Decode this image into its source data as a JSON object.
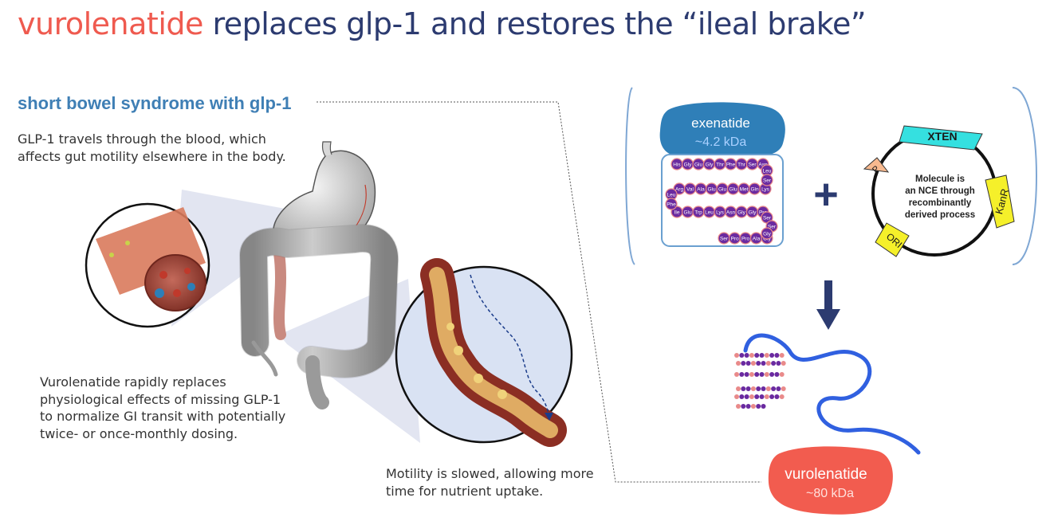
{
  "title": {
    "drug": "vurolenatide",
    "rest": " replaces glp-1 and restores the “ileal brake”"
  },
  "left_panel": {
    "heading": "short bowel syndrome with glp-1",
    "glp1_text": [
      "GLP-1 travels through the blood, which",
      "affects gut motility elsewhere in the body."
    ],
    "vurolenatide_text": [
      "Vurolenatide rapidly replaces",
      "physiological effects of missing GLP-1",
      "to normalize GI transit with potentially",
      "twice- or once-monthly dosing."
    ],
    "motility_text": [
      "Motility is slowed, allowing more",
      "time for nutrient uptake."
    ]
  },
  "right_panel": {
    "exenatide": {
      "name": "exenatide",
      "mass": "~4.2 kDa"
    },
    "peptide_rows": [
      [
        "His",
        "Gly",
        "Glu",
        "Gly",
        "Thr",
        "Phe",
        "Thr",
        "Ser",
        "Asp"
      ],
      [
        "Arg",
        "Val",
        "Ala",
        "Glu",
        "Glu",
        "Glu",
        "Met",
        "Gln",
        "Lys"
      ],
      [
        "Ile",
        "Glu",
        "Trp",
        "Leu",
        "Lys",
        "Asn",
        "Gly",
        "Gly",
        "Pro"
      ],
      [
        "Ser",
        "Pro",
        "Pro",
        "Ala",
        "Gly"
      ]
    ],
    "peptide_turns": [
      "Leu",
      "Ser",
      "Leu",
      "Phe",
      "Ser",
      "Ser",
      "Gly"
    ],
    "plus": "+",
    "plasmid": {
      "center_text": [
        "Molecule is",
        "an NCE through",
        "recombinantly",
        "derived process"
      ],
      "labels": {
        "xten": "XTEN",
        "kanr": "KanR",
        "ori": "ORI",
        "p": "P"
      }
    },
    "vurolenatide": {
      "name": "vurolenatide",
      "mass": "~80 kDa"
    }
  },
  "colors": {
    "title_drug": "#ef5a4f",
    "title_rest": "#2c3b70",
    "subhead": "#3f7fb5",
    "exenatide_blob": "#2f7fb8",
    "vurolenatide_blob": "#f25c4f",
    "xten_marker": "#35e0e0",
    "kanr_marker": "#f5f02a",
    "p_marker": "#f7b98f",
    "arrow": "#2c3b70",
    "xten_tail": "#3060e0"
  }
}
